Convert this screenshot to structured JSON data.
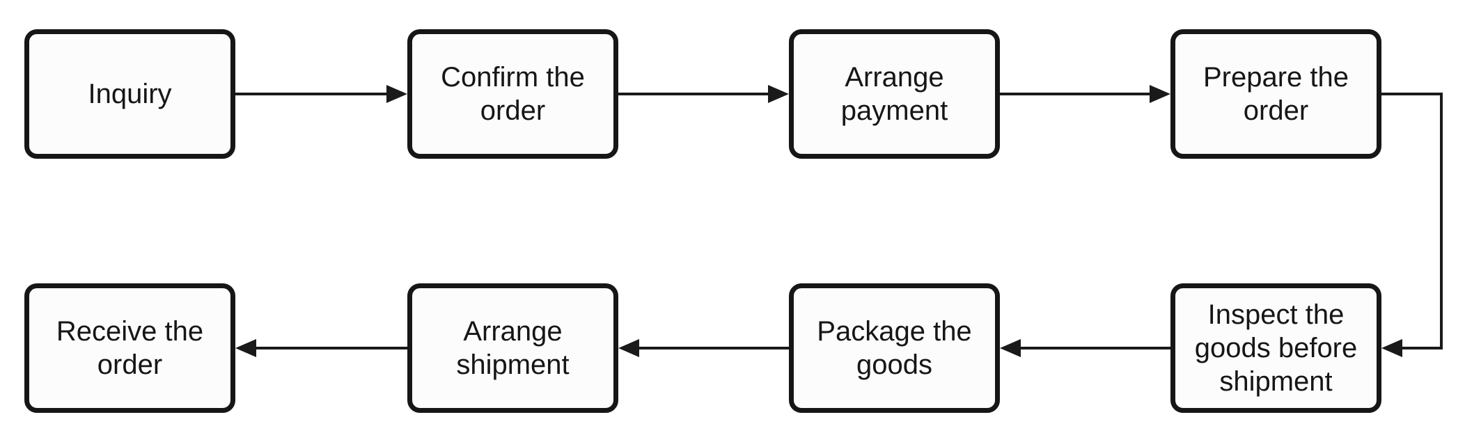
{
  "diagram": {
    "type": "flowchart",
    "background_color": "#ffffff",
    "node_style": {
      "fill_color": "#fcfcfc",
      "border_color": "#161616",
      "text_color": "#161616",
      "connector_color": "#1a1a1a"
    },
    "nodes": [
      {
        "id": "inquiry",
        "label": "Inquiry"
      },
      {
        "id": "confirm_order",
        "label": "Confirm the order"
      },
      {
        "id": "arrange_payment",
        "label": "Arrange payment"
      },
      {
        "id": "prepare_order",
        "label": "Prepare the order"
      },
      {
        "id": "inspect_goods",
        "label": "Inspect the goods before shipment"
      },
      {
        "id": "package_goods",
        "label": "Package the goods"
      },
      {
        "id": "arrange_shipment",
        "label": "Arrange shipment"
      },
      {
        "id": "receive_order",
        "label": "Receive the order"
      }
    ],
    "edges": [
      {
        "from": "inquiry",
        "to": "confirm_order"
      },
      {
        "from": "confirm_order",
        "to": "arrange_payment"
      },
      {
        "from": "arrange_payment",
        "to": "prepare_order"
      },
      {
        "from": "prepare_order",
        "to": "inspect_goods"
      },
      {
        "from": "inspect_goods",
        "to": "package_goods"
      },
      {
        "from": "package_goods",
        "to": "arrange_shipment"
      },
      {
        "from": "arrange_shipment",
        "to": "receive_order"
      }
    ]
  }
}
